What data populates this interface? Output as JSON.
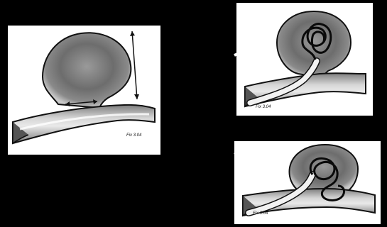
{
  "panels": [
    {
      "id": "aneurysm",
      "signature": "Fix 3.04"
    },
    {
      "id": "coil-catheter-in-sac",
      "signature": "Fix 3.04"
    },
    {
      "id": "coil-partially-deployed",
      "signature": "Fix 3.04"
    }
  ],
  "colors": {
    "background": "#000000",
    "panel": "#ffffff",
    "outline": "#111111",
    "sac_core": "#6d6d6d",
    "sac_edge": "#bdbdbd",
    "vessel": "#9c9c9c",
    "catheter": "#f2f2f2",
    "coil": "#0a0a0a"
  },
  "icons": [
    "arrow-icon",
    "double-arrow-icon",
    "coil-icon"
  ]
}
